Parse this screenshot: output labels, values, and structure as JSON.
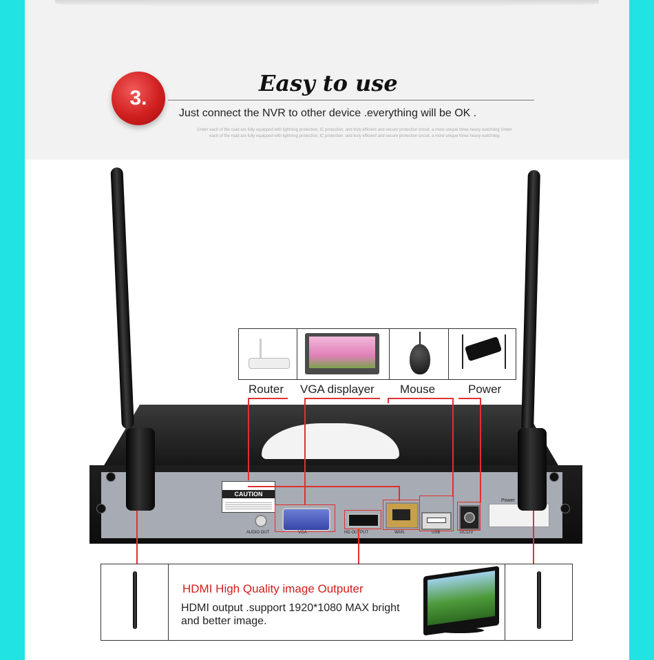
{
  "header": {
    "badge": "3.",
    "title": "Easy to use",
    "subtitle": "Just connect the NVR to other device .everything will be OK .",
    "fine_print_1": "Under each of the road are fully equipped with lightning protection, IC protection, and truly efficient and secure protection circuit, a more unique three heavy watchdog Under",
    "fine_print_2": "each of the road are fully equipped with lightning protection, IC protection, and truly efficient and secure protection circuit, a more unique three heavy watchdog"
  },
  "devices": [
    {
      "label": "Router",
      "icon": "router-icon"
    },
    {
      "label": "VGA displayer",
      "icon": "monitor-icon"
    },
    {
      "label": "Mouse",
      "icon": "mouse-icon"
    },
    {
      "label": "Power",
      "icon": "power-adapter-icon"
    }
  ],
  "panel": {
    "caution": "CAUTION",
    "audio_out": "AUDIO OUT",
    "vga": "VGA",
    "hd_output": "HD OUTPUT",
    "wan": "WAN",
    "usb": "USB",
    "dc12v": "DC12V",
    "power": "Power"
  },
  "info": {
    "title": "HDMI High Quality image Outputer",
    "text": "HDMI output .support 1920*1080 MAX bright and better image."
  },
  "colors": {
    "accent_red": "#e03030",
    "background_cyan": "#22e3e3"
  }
}
